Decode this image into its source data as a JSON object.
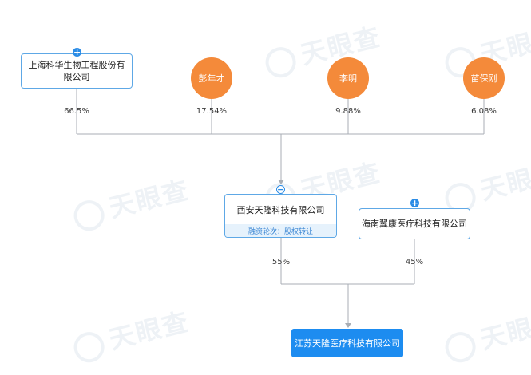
{
  "watermark": {
    "text": "天眼查"
  },
  "colors": {
    "line": "#a9aeb5",
    "arrow": "#a9aeb5",
    "box_border": "#5ea8e6",
    "person_fill": "#f48a3a",
    "target_fill": "#1d8cf0",
    "toggle_blue": "#2b8ce6",
    "round_bg": "#e6f2fc"
  },
  "shareholders_top": [
    {
      "name": "上海科华生物工程股份有限公司",
      "type": "company",
      "percent": "66.5%",
      "toggle": "plus"
    },
    {
      "name": "彭年才",
      "type": "person",
      "percent": "17.54%"
    },
    {
      "name": "李明",
      "type": "person",
      "percent": "9.88%"
    },
    {
      "name": "苗保刚",
      "type": "person",
      "percent": "6.08%"
    }
  ],
  "middle": {
    "xian": {
      "name": "西安天隆科技有限公司",
      "round": "融资轮次：股权转让",
      "percent": "55%",
      "toggle": "minus"
    },
    "hainan": {
      "name": "海南翼康医疗科技有限公司",
      "percent": "45%",
      "toggle": "plus"
    }
  },
  "target": {
    "name": "江苏天隆医疗科技有限公司"
  },
  "toggles": {
    "plus": "+",
    "minus": "−"
  }
}
